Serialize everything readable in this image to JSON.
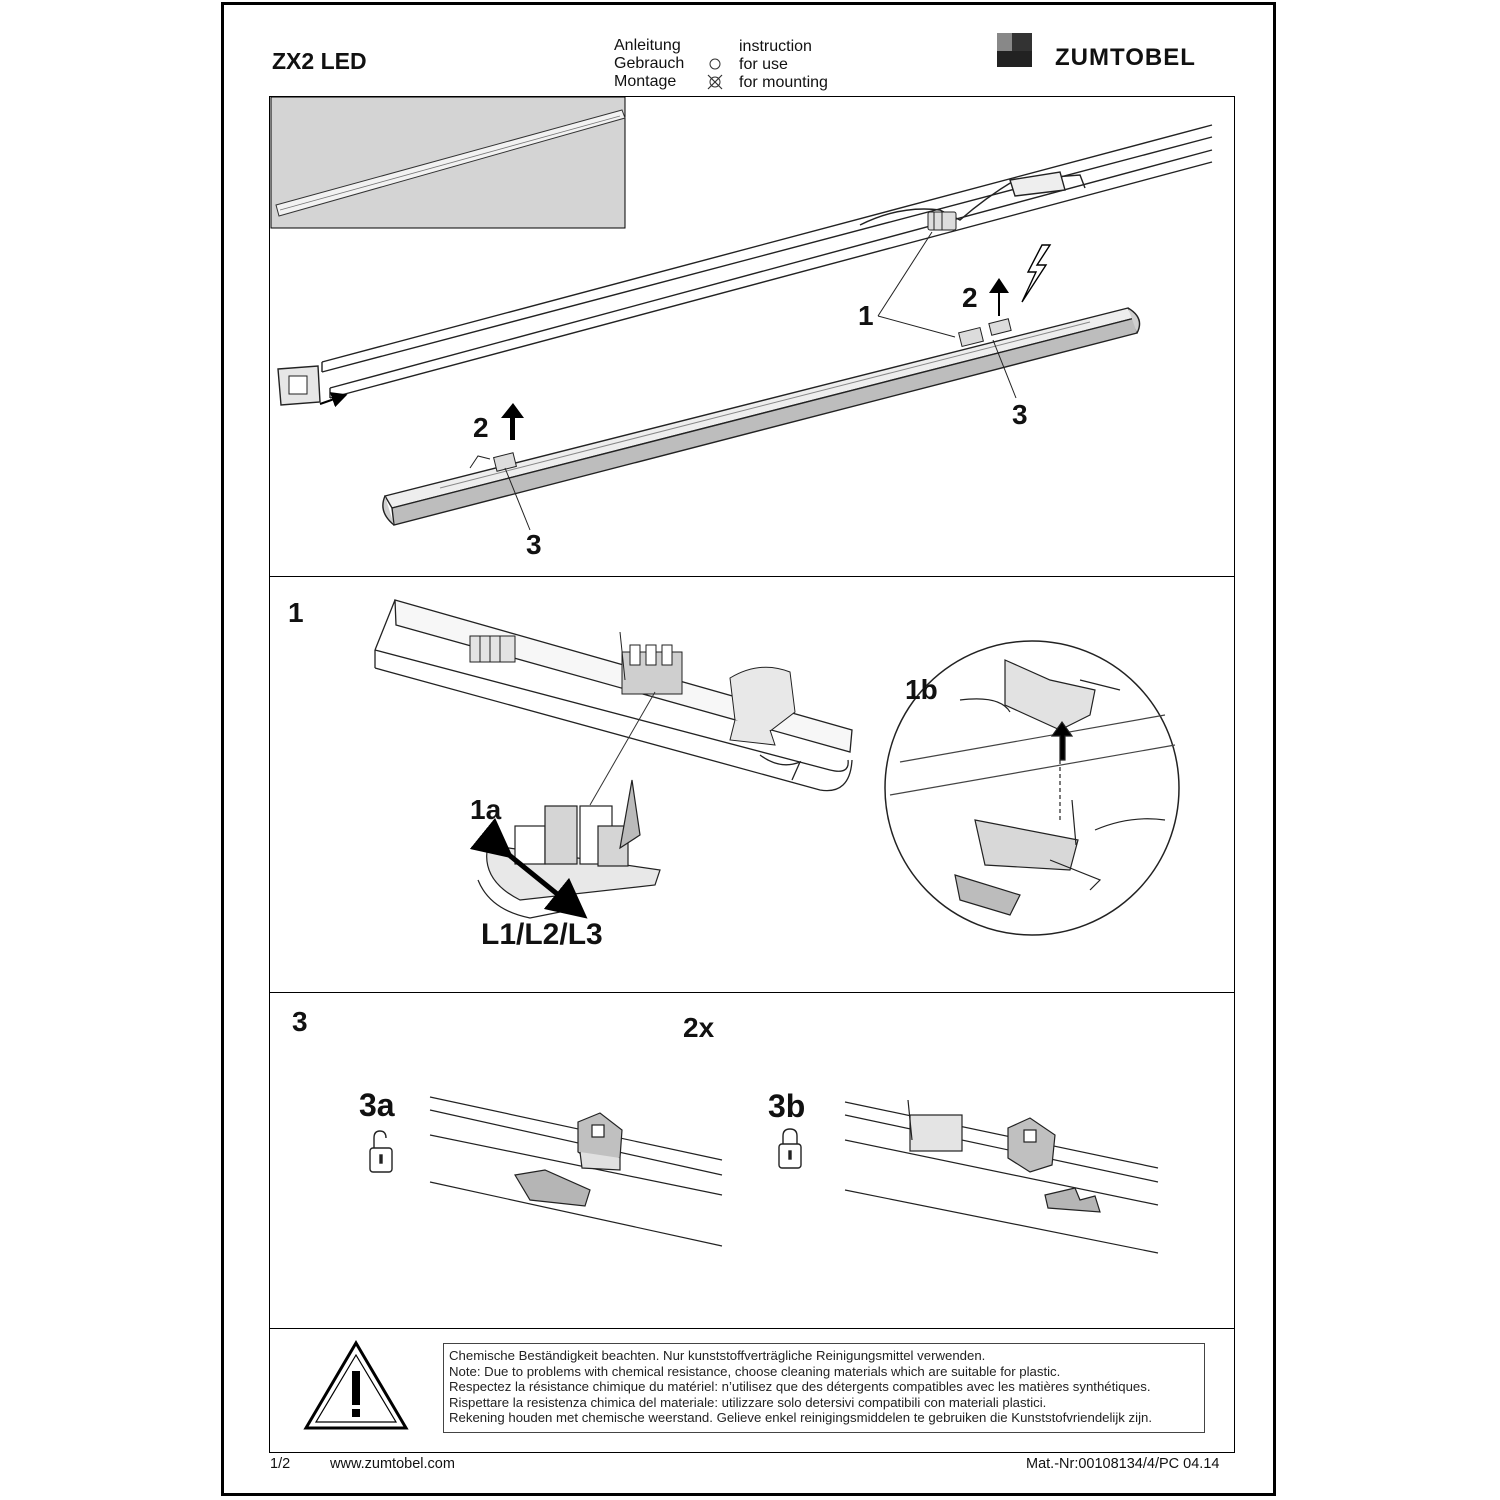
{
  "header": {
    "product_name": "ZX2 LED",
    "instruction_de": "Anleitung",
    "instruction_en": "instruction",
    "use_de": "Gebrauch",
    "use_en": "for use",
    "mounting_de": "Montage",
    "mounting_en": "for mounting",
    "brand": "ZUMTOBEL"
  },
  "section_top": {
    "callouts": {
      "c1": "1",
      "c2a": "2",
      "c2b": "2",
      "c3a": "3",
      "c3b": "3"
    }
  },
  "section_1": {
    "number": "1",
    "label_1a": "1a",
    "label_1b": "1b",
    "phase_label": "L1/L2/L3"
  },
  "section_3": {
    "number": "3",
    "quantity": "2x",
    "label_3a": "3a",
    "label_3b": "3b"
  },
  "note": {
    "lines": [
      "Chemische Beständigkeit beachten. Nur kunststoffverträgliche Reinigungsmittel verwenden.",
      "Note: Due to problems with chemical resistance, choose cleaning materials which are suitable for plastic.",
      "Respectez la résistance chimique du matériel: n’utilisez que des détergents compatibles avec les matières synthétiques.",
      "Rispettare la resistenza chimica del materiale: utilizzare solo detersivi compatibili con materiali plastici.",
      "Rekening houden met chemische weerstand. Gelieve enkel reinigingsmiddelen te gebruiken die Kunststofvriendelijk zijn."
    ]
  },
  "footer": {
    "page": "1/2",
    "website": "www.zumtobel.com",
    "material_number": "Mat.-Nr:00108134/4/PC 04.14"
  },
  "icons": [
    "zumtobel-logo-icon",
    "radio-empty-icon",
    "radio-crossed-icon",
    "lightning-icon",
    "unlocked-padlock-icon",
    "locked-padlock-icon",
    "warning-triangle-icon",
    "arrow-up-icon"
  ]
}
